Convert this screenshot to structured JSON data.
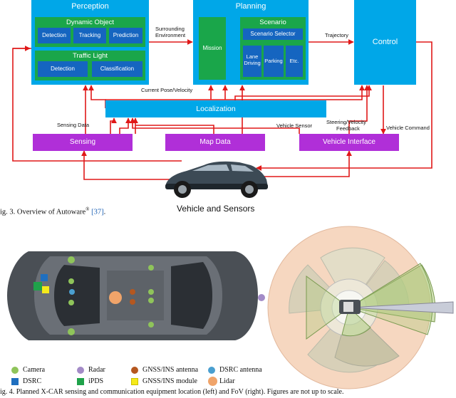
{
  "fig3": {
    "blocks": {
      "perception": "Perception",
      "dynamic_object": "Dynamic Object",
      "detection": "Detection",
      "tracking": "Tracking",
      "prediction": "Prediction",
      "traffic_light": "Traffic Light",
      "tl_detection": "Detection",
      "classification": "Classification",
      "planning": "Planning",
      "mission": "Mission",
      "scenario": "Scenario",
      "scenario_selector": "Scenario Selector",
      "lane_driving_1": "Lane",
      "lane_driving_2": "Driving",
      "parking": "Parking",
      "etc": "Etc.",
      "control": "Control",
      "localization": "Localization",
      "sensing": "Sensing",
      "map_data": "Map Data",
      "vehicle_interface": "Vehicle Interface"
    },
    "edges": {
      "surrounding_1": "Surrounding",
      "surrounding_2": "Environment",
      "trajectory": "Trajectory",
      "current_pose": "Current Pose/Velocity",
      "sensing_data": "Sensing Data",
      "vehicle_sensor": "Vehicle Sensor",
      "steering_1": "Steering/Velocity",
      "steering_2": "Feedback",
      "vehicle_command": "Vehicle Command"
    },
    "vehicle_label": "Vehicle and Sensors",
    "caption_prefix": "ig. 3.  Overview of Autoware",
    "caption_sup": "®",
    "caption_ref": "[37]",
    "caption_end": "."
  },
  "fig4": {
    "legend": [
      {
        "label": "Camera",
        "color": "#8fc45a",
        "shape": "circle"
      },
      {
        "label": "Radar",
        "color": "#a38bc7",
        "shape": "circle"
      },
      {
        "label": "GNSS/INS antenna",
        "color": "#b5571f",
        "shape": "circle"
      },
      {
        "label": "DSRC antenna",
        "color": "#4a9fd0",
        "shape": "circle"
      },
      {
        "label": "DSRC",
        "color": "#1f6fbf",
        "shape": "square"
      },
      {
        "label": "iPDS",
        "color": "#1fa24a",
        "shape": "square"
      },
      {
        "label": "GNSS/INS module",
        "color": "#f5ea1a",
        "shape": "square"
      },
      {
        "label": "Lidar",
        "color": "#f0a46a",
        "shape": "circle"
      }
    ],
    "caption": "ig. 4.  Planned X-CAR sensing and communication equipment location (left) and FoV (right). Figures are not up to scale."
  },
  "colors": {
    "block_blue": "#00a7e8",
    "inner_green": "#1aa64a",
    "inner_blue": "#1565c0",
    "purple": "#b02fd8",
    "arrow_red": "#e01818"
  }
}
